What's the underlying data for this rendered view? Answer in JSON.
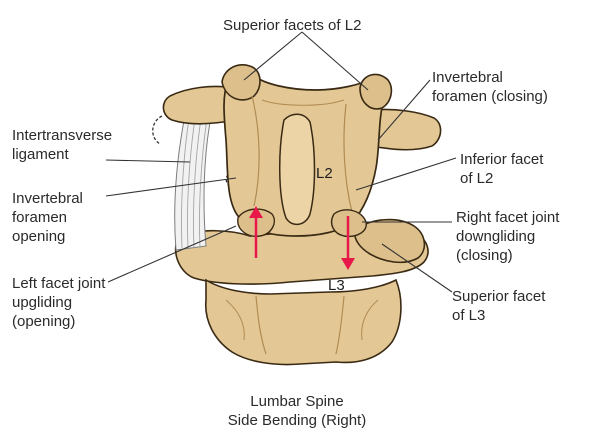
{
  "labels": {
    "superior_facets_l2": "Superior facets of L2",
    "invertebral_foramen_closing": [
      "Invertebral",
      "foramen (closing)"
    ],
    "intertransverse_ligament": [
      "Intertransverse",
      "ligament"
    ],
    "inferior_facet_l2": [
      "Inferior facet",
      "of L2"
    ],
    "invertebral_foramen_opening": [
      "Invertebral",
      "foramen",
      "opening"
    ],
    "right_facet_joint": [
      "Right facet joint",
      "downgliding",
      "(closing)"
    ],
    "left_facet_joint": [
      "Left facet joint",
      "upgliding",
      "(opening)"
    ],
    "superior_facet_l3": [
      "Superior facet",
      "of L3"
    ]
  },
  "vertebra_labels": {
    "upper": "L2",
    "lower": "L3"
  },
  "caption": [
    "Lumbar Spine",
    "Side Bending (Right)"
  ],
  "colors": {
    "bone_fill": "#e3c896",
    "bone_shadow": "#c9a66d",
    "bone_outline": "#3a2a14",
    "ligament": "#f2f2f2",
    "arrow": "#e8194a",
    "leader": "#333333"
  }
}
